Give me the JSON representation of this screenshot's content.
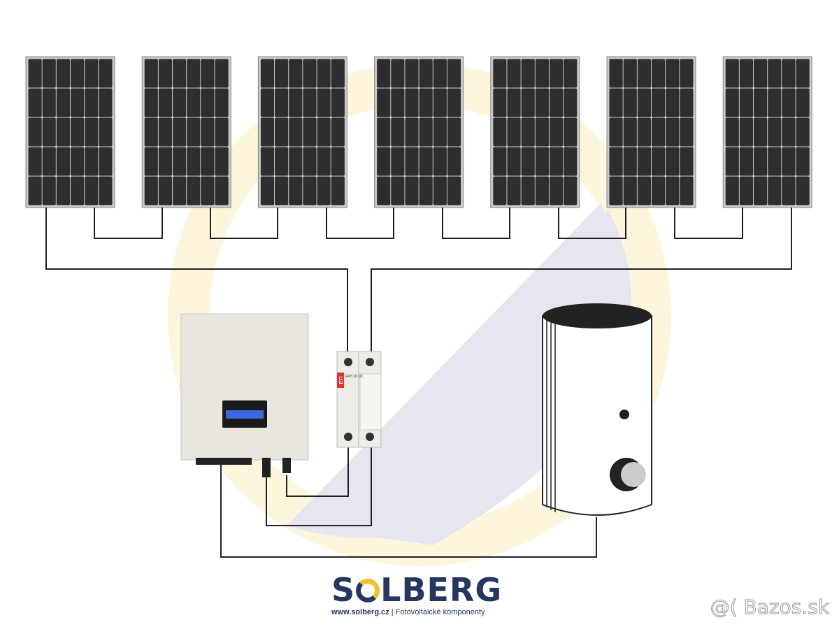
{
  "panels": {
    "count": 7,
    "rows": 5,
    "columns": 6
  },
  "inverter": {
    "display_color": "#3a66e0"
  },
  "fuse": {
    "brand": "ETI",
    "model": "EFH 10 DC"
  },
  "logo": {
    "brand_prefix": "S",
    "brand_suffix": "LBERG",
    "website": "www.solberg.cz",
    "separator": "|",
    "tagline": "Fotovoltaické komponenty",
    "brand_color": "#27365f",
    "accent_color": "#f2c12e"
  },
  "watermark": "@( Bazos.sk"
}
